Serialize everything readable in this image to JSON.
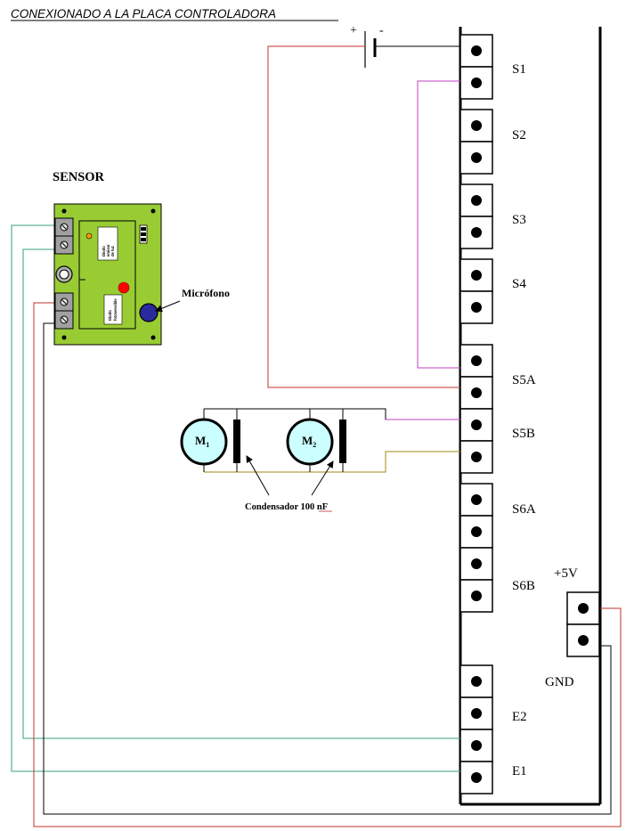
{
  "title": "CONEXIONADO A LA PLACA CONTROLADORA",
  "sensor": {
    "title": "SENSOR",
    "microphone_label": "Micrófono",
    "chip_label_1": [
      "Diodo",
      "emisor",
      "de luz"
    ],
    "chip_label_2": [
      "Diodo",
      "fotosensible"
    ]
  },
  "battery": {
    "plus": "+",
    "minus": "-"
  },
  "motors": [
    {
      "name": "M",
      "sub": "1"
    },
    {
      "name": "M",
      "sub": "2"
    }
  ],
  "capacitor_label": "Condensador 100 nF",
  "outputs": [
    "S1",
    "S2",
    "S3",
    "S4",
    "S5A",
    "S5B",
    "S6A",
    "S6B"
  ],
  "inputs": [
    "E2",
    "E1"
  ],
  "power": {
    "vcc": "+5V",
    "gnd": "GND"
  },
  "colors": {
    "red_wire": "#c0302a",
    "magenta_wire": "#c040c0",
    "teal_wire": "#3a9c80",
    "olive_wire": "#a08a10",
    "board_green": "#99cc33",
    "motor_fill": "#ccffff",
    "led_red": "#ff0000",
    "mic_blue": "#2a2a9a"
  }
}
